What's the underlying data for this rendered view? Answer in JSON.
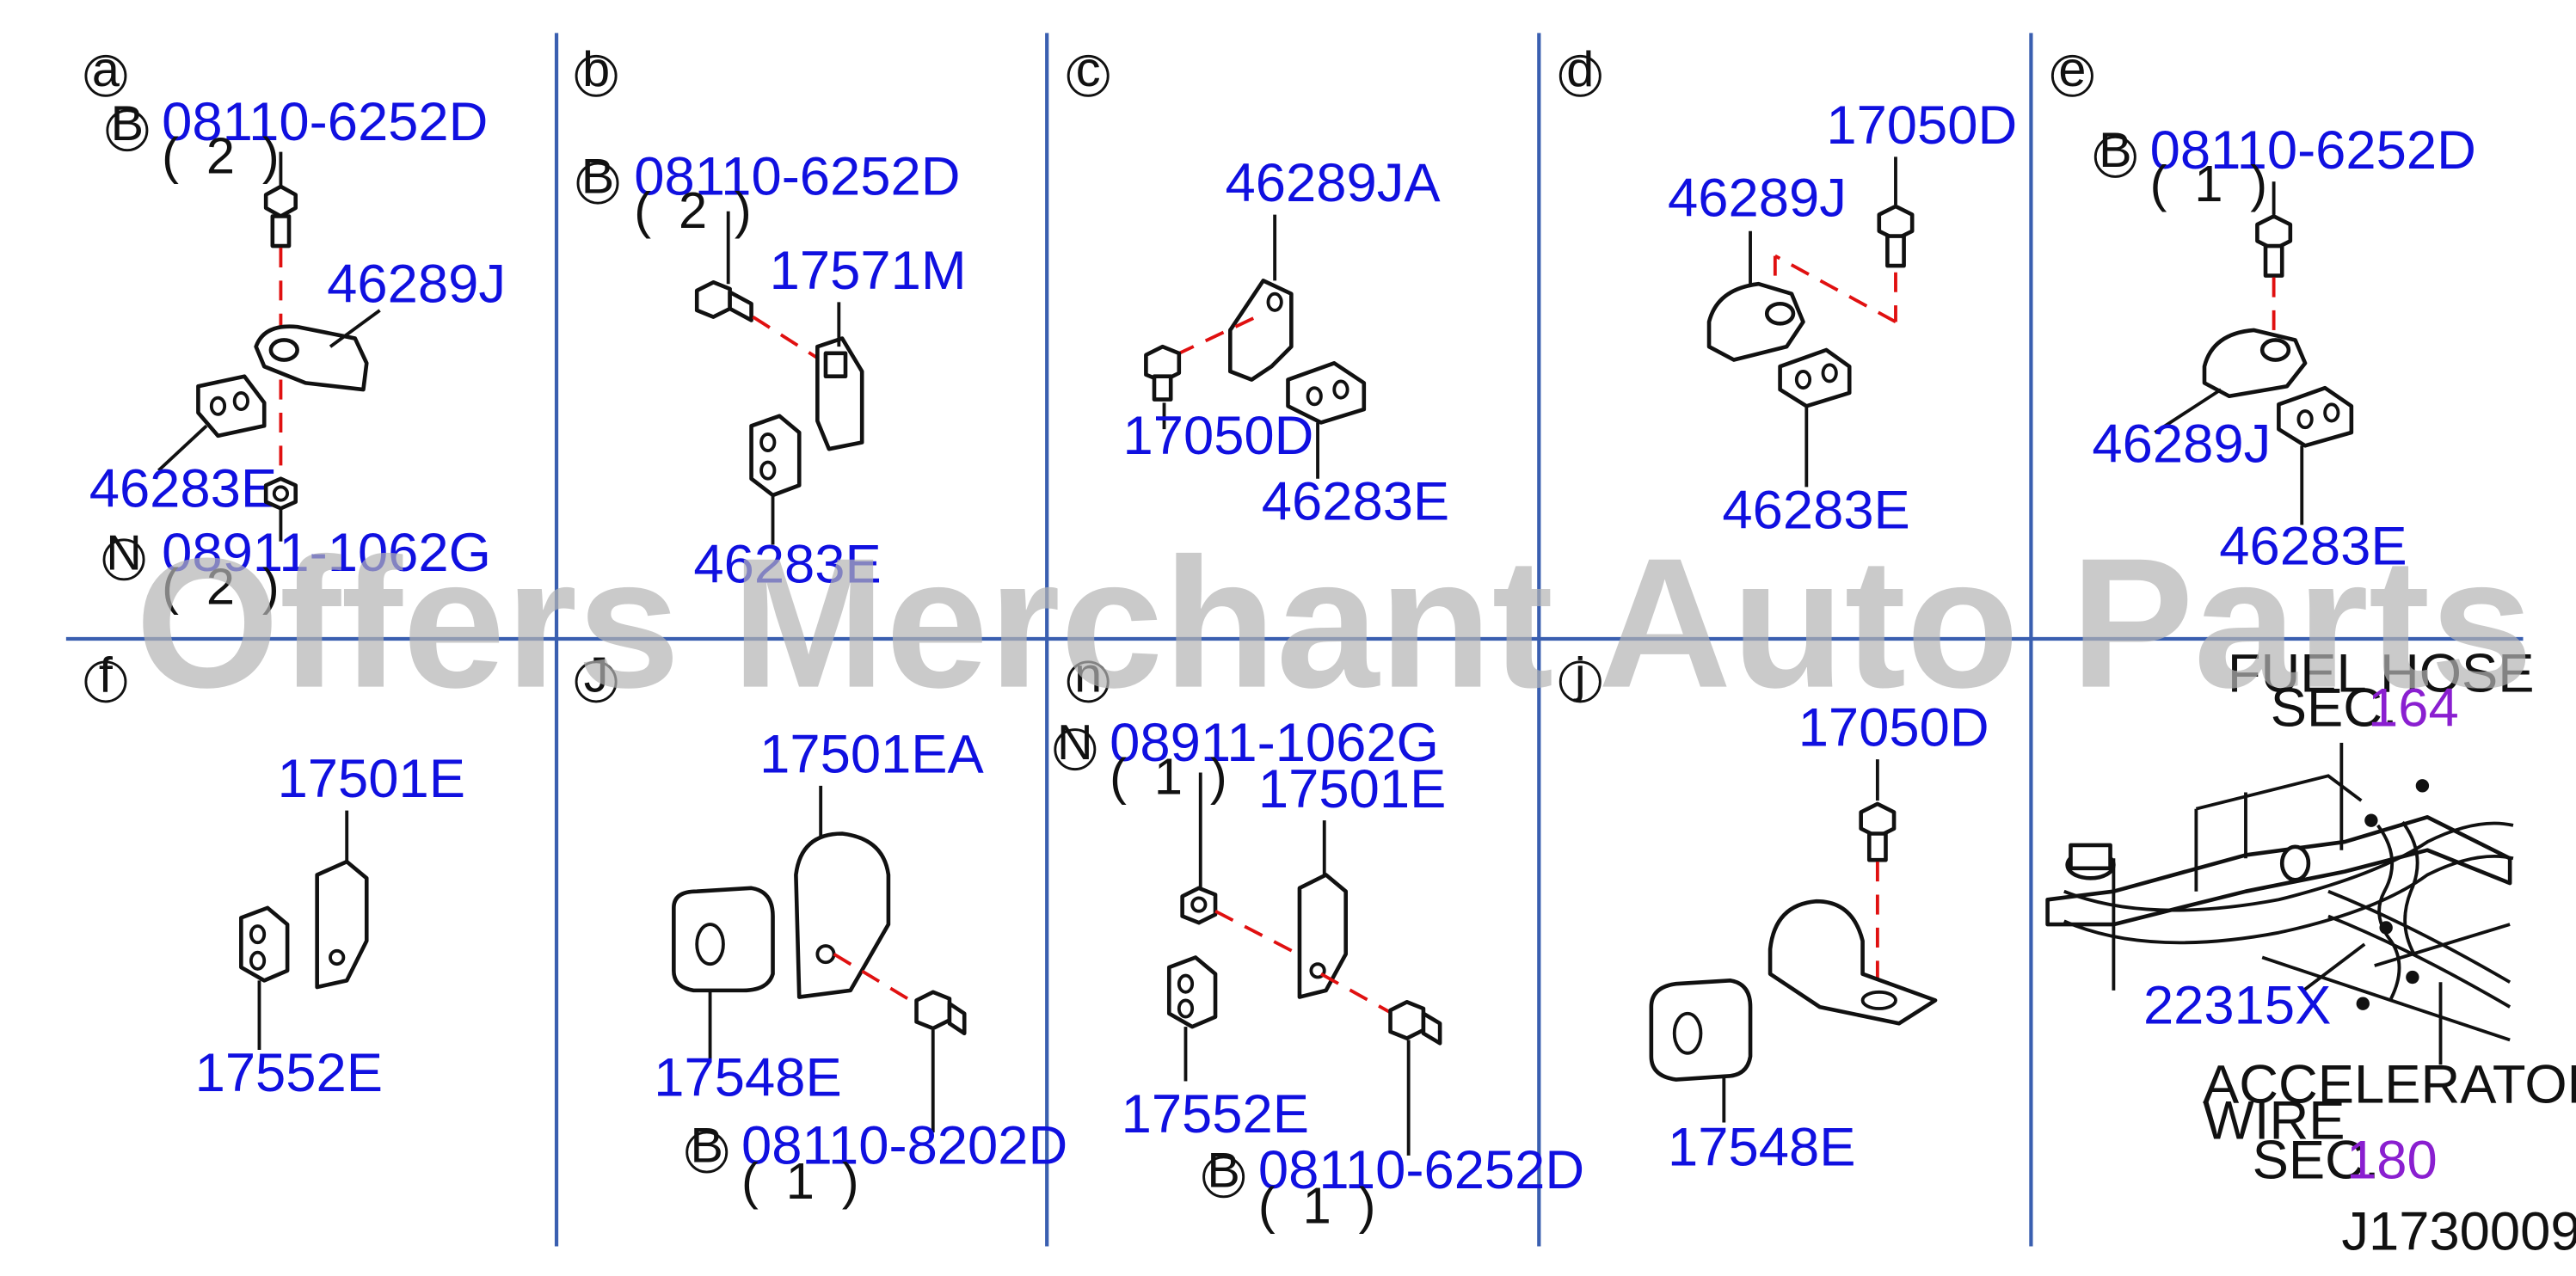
{
  "panels": {
    "a": {
      "letter": "a",
      "b_label": "B",
      "bolt": "08110-6252D",
      "bolt_qty": "( 2 )",
      "clip": "46289J",
      "grommet": "46283E",
      "n_label": "N",
      "nut": "08911-1062G",
      "nut_qty": "( 2 )"
    },
    "b": {
      "letter": "b",
      "b_label": "B",
      "bolt": "08110-6252D",
      "bolt_qty": "( 2 )",
      "clip": "17571M",
      "grommet": "46283E"
    },
    "c": {
      "letter": "c",
      "clip": "46289JA",
      "bolt": "17050D",
      "grommet": "46283E"
    },
    "d": {
      "letter": "d",
      "bolt": "17050D",
      "clip": "46289J",
      "grommet": "46283E"
    },
    "e": {
      "letter": "e",
      "b_label": "B",
      "bolt": "08110-6252D",
      "bolt_qty": "( 1 )",
      "clip": "46289J",
      "grommet": "46283E"
    },
    "f": {
      "letter": "f",
      "clip": "17501E",
      "grommet": "17552E"
    },
    "g": {
      "letter": "J",
      "clip": "17501EA",
      "grommet": "17548E",
      "b_label": "B",
      "bolt": "08110-8202D",
      "bolt_qty": "( 1 )"
    },
    "h": {
      "letter": "n",
      "n_label": "N",
      "nut": "08911-1062G",
      "nut_qty": "( 1 )",
      "clip": "17501E",
      "grommet": "17552E",
      "b_label": "B",
      "bolt": "08110-6252D",
      "bolt_qty": "( 1 )"
    },
    "i": {
      "letter": "j",
      "bolt": "17050D",
      "grommet": "17548E"
    },
    "j": {
      "fuel_hose": "FUEL HOSE",
      "sec1": "SEC.",
      "sec1_num": "164",
      "clamp": "22315X",
      "accel1": "ACCELERATOR",
      "accel2": "WIRE",
      "sec2": "SEC.",
      "sec2_num": "180"
    }
  },
  "watermark": "Offers Merchant Auto Parts Catalog PARTSTORE SA",
  "diagram_code": "J1730009"
}
